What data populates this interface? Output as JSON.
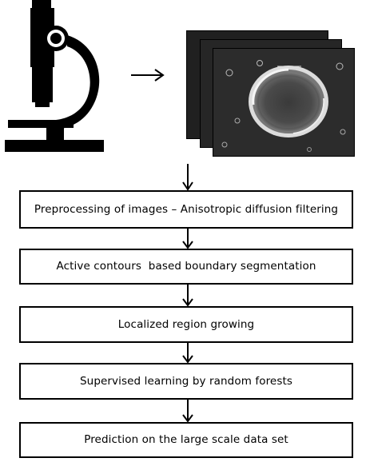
{
  "icons": {
    "microscope": "microscope-icon",
    "arrow": "arrow-right-icon",
    "down_arrow": "arrow-down-icon"
  },
  "colors": {
    "line": "#000000",
    "image_background": "#1b1b1b"
  },
  "images": {
    "description_stack": "stack of three microscope images of a cell"
  },
  "steps": [
    {
      "label": "Preprocessing of images – Anisotropic diffusion filtering"
    },
    {
      "label": "Active contours  based boundary segmentation"
    },
    {
      "label": "Localized region growing"
    },
    {
      "label": "Supervised learning by random forests"
    },
    {
      "label": "Prediction on the large scale data set"
    }
  ]
}
